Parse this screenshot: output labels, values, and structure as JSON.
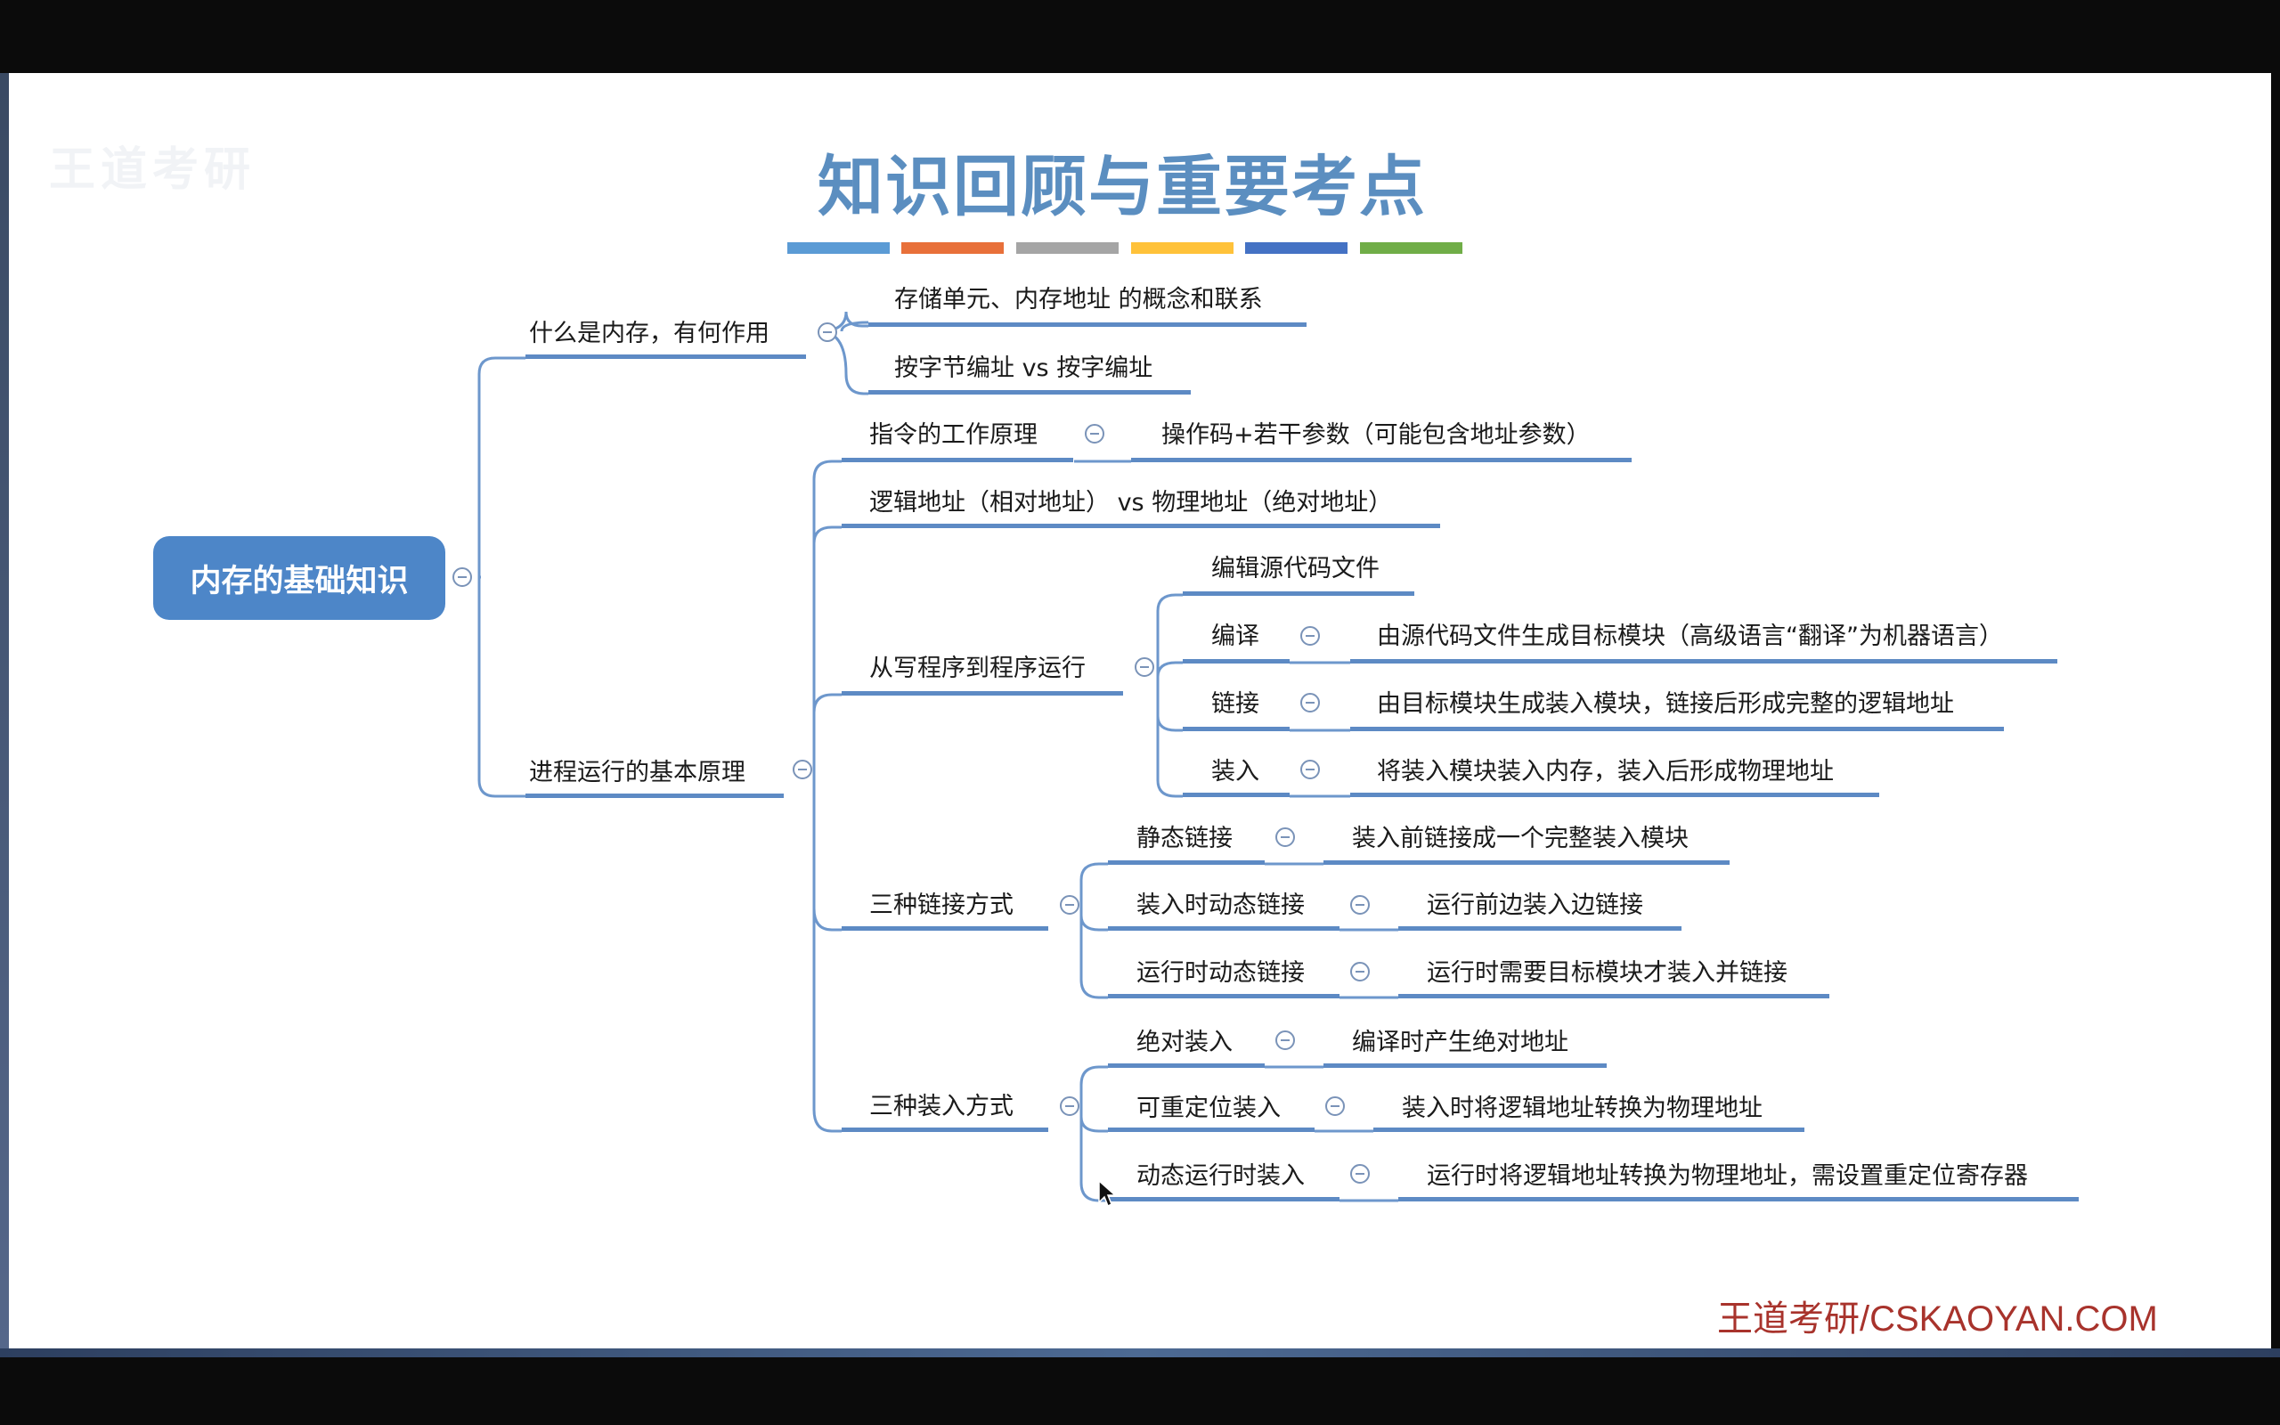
{
  "watermark": "王道考研",
  "title": "知识回顾与重要考点",
  "color_bars": [
    "#5b9bd5",
    "#e8703a",
    "#a5a5a5",
    "#ffc23a",
    "#4472c4",
    "#70ad47"
  ],
  "root": {
    "label": "内存的基础知识"
  },
  "branch1": {
    "label": "什么是内存，有何作用",
    "children": [
      "存储单元、内存地址 的概念和联系",
      "按字节编址 vs 按字编址"
    ]
  },
  "branch2": {
    "label": "进程运行的基本原理",
    "instr": {
      "label": "指令的工作原理",
      "detail": "操作码+若干参数（可能包含地址参数）"
    },
    "logical": {
      "label": "逻辑地址（相对地址） vs 物理地址（绝对地址）"
    },
    "program": {
      "label": "从写程序到程序运行",
      "edit": "编辑源代码文件",
      "compile": {
        "label": "编译",
        "detail": "由源代码文件生成目标模块（高级语言“翻译”为机器语言）"
      },
      "link": {
        "label": "链接",
        "detail": "由目标模块生成装入模块，链接后形成完整的逻辑地址"
      },
      "load": {
        "label": "装入",
        "detail": "将装入模块装入内存，装入后形成物理地址"
      }
    },
    "linking": {
      "label": "三种链接方式",
      "static": {
        "label": "静态链接",
        "detail": "装入前链接成一个完整装入模块"
      },
      "loadtime": {
        "label": "装入时动态链接",
        "detail": "运行前边装入边链接"
      },
      "runtime": {
        "label": "运行时动态链接",
        "detail": "运行时需要目标模块才装入并链接"
      }
    },
    "loading": {
      "label": "三种装入方式",
      "absolute": {
        "label": "绝对装入",
        "detail": "编译时产生绝对地址"
      },
      "relocatable": {
        "label": "可重定位装入",
        "detail": "装入时将逻辑地址转换为物理地址"
      },
      "dynamic": {
        "label": "动态运行时装入",
        "detail": "运行时将逻辑地址转换为物理地址，需设置重定位寄存器"
      }
    }
  },
  "brand": "王道考研/CSKAOYAN.COM"
}
